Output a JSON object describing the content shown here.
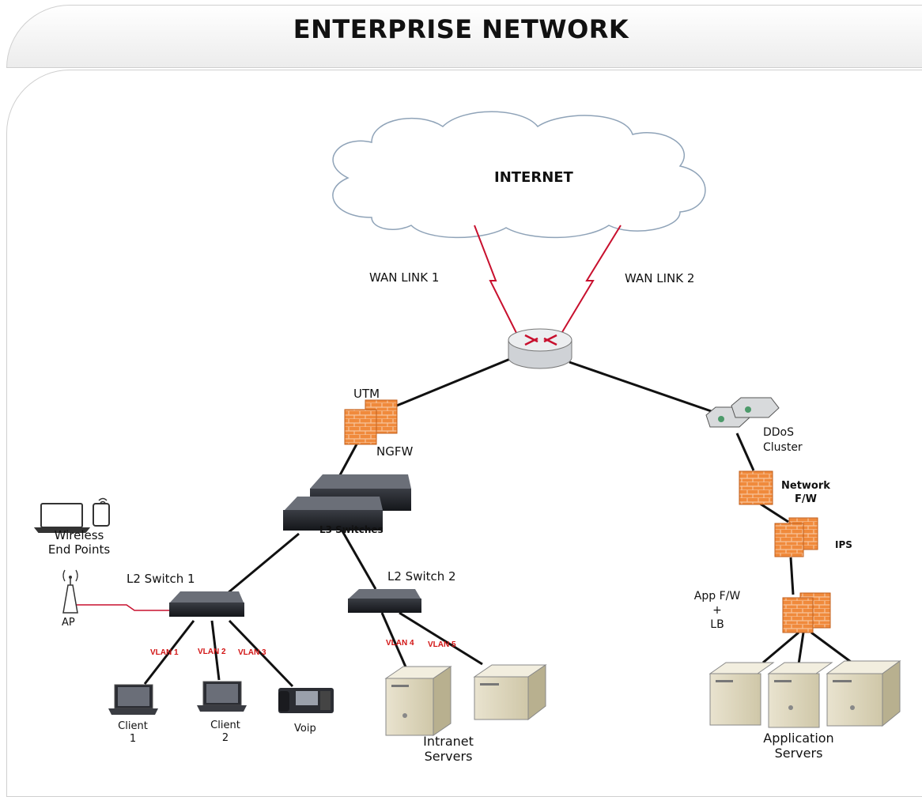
{
  "title": "ENTERPRISE NETWORK",
  "internet": "INTERNET",
  "wan1": "WAN LINK 1",
  "wan2": "WAN LINK 2",
  "utm": "UTM",
  "ngfw": "NGFW",
  "ddos": {
    "line1": "DDoS",
    "line2": "Cluster"
  },
  "netfw": {
    "line1": "Network",
    "line2": "F/W"
  },
  "ips": "IPS",
  "appfw": {
    "line1": "App F/W",
    "line2": "+",
    "line3": "LB"
  },
  "l3": "L3 Switches",
  "l2_1": "L2 Switch 1",
  "l2_2": "L2 Switch 2",
  "wireless": {
    "line1": "Wireless",
    "line2": "End Points"
  },
  "ap": "AP",
  "vlans": [
    "VLAN 1",
    "VLAN 2",
    "VLAN 3",
    "VLAN 4",
    "VLAN 5"
  ],
  "client1": {
    "line1": "Client",
    "line2": "1"
  },
  "client2": {
    "line1": "Client",
    "line2": "2"
  },
  "voip": "Voip",
  "intranet": {
    "line1": "Intranet",
    "line2": "Servers"
  },
  "appservers": {
    "line1": "Application",
    "line2": "Servers"
  },
  "colors": {
    "wan_link": "#c8102e",
    "firewall": "#f08a3c",
    "link": "#111111",
    "vlan_text": "#d21414"
  }
}
